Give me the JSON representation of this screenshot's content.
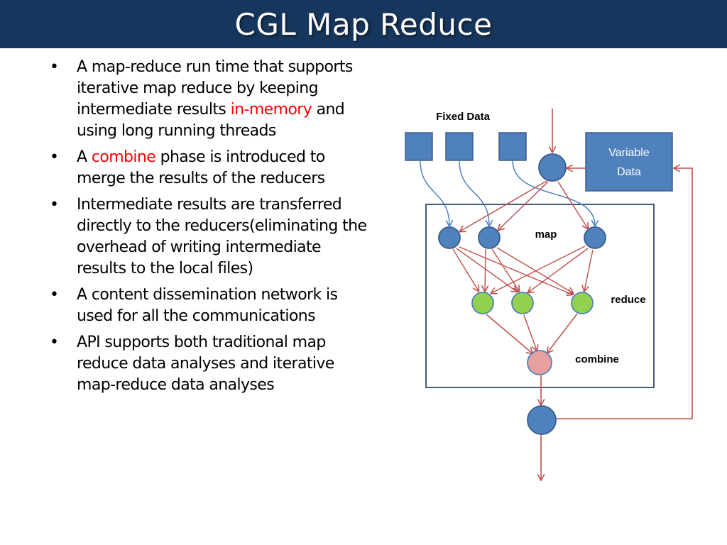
{
  "title": "CGL Map Reduce",
  "bullets": [
    {
      "segments": [
        "A map-reduce run time that supports iterative map reduce by keeping intermediate results ",
        "in-memory",
        " and using long running threads"
      ]
    },
    {
      "segments": [
        "A ",
        "combine",
        " phase is introduced to merge the results of the reducers"
      ]
    },
    {
      "segments": [
        "Intermediate results are transferred directly to the reducers(eliminating the overhead of writing intermediate results to the local files)"
      ]
    },
    {
      "segments": [
        "A content dissemination network is used for all the communications"
      ]
    },
    {
      "segments": [
        "API supports both traditional map reduce data analyses and iterative map-reduce data analyses"
      ]
    }
  ],
  "bullet_symbol": "•",
  "diagram": {
    "fixed_data_label": "Fixed Data",
    "variable_data_label_line1": "Variable",
    "variable_data_label_line2": "Data",
    "map_label": "map",
    "reduce_label": "reduce",
    "combine_label": "combine"
  },
  "colors": {
    "title_bar": "#17365d",
    "highlight": "#ff0000",
    "node_blue": "#4f81bd",
    "node_green": "#92d050",
    "node_pink": "#e6a0a0",
    "arrow_red": "#c0504d",
    "arrow_blue": "#4f81bd",
    "box_border": "#17365d"
  }
}
